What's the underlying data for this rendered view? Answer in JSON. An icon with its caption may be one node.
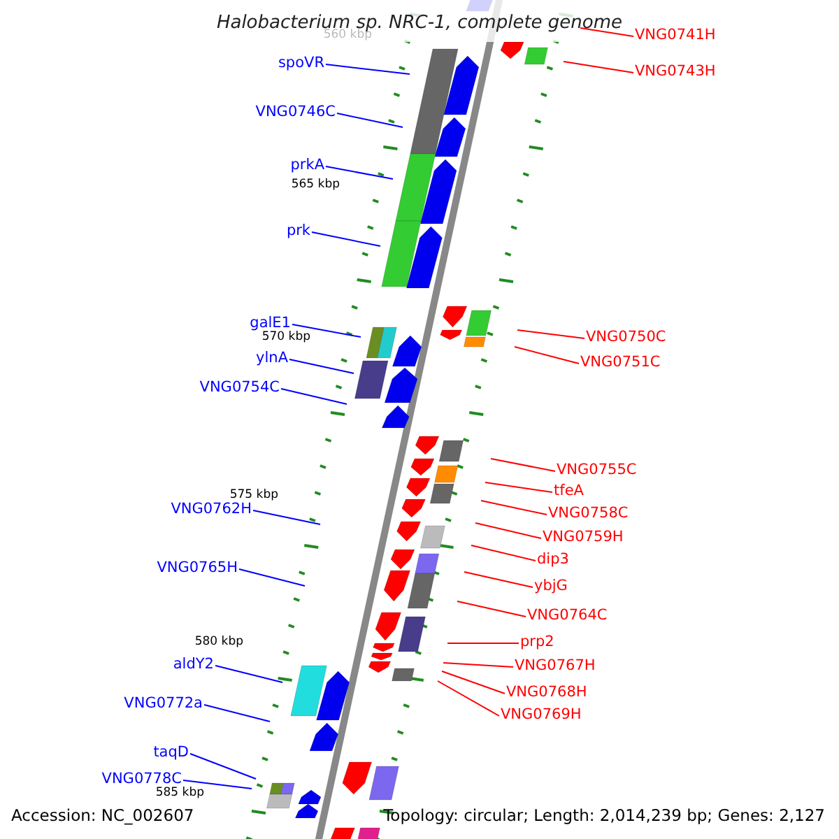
{
  "diagram": {
    "title": "Halobacterium sp. NRC-1, complete genome",
    "nodes": [
      {
        "text": [
          "VNG0741H"
        ]
      },
      {
        "text": [
          "spoVR"
        ]
      },
      {
        "text": [
          "VNG0743H"
        ]
      },
      {
        "text": [
          "VNG0746C"
        ]
      },
      {
        "text": [
          "prkA"
        ]
      },
      {
        "text": [
          "prk"
        ]
      },
      {
        "text": [
          "galE1"
        ]
      },
      {
        "text": [
          "VNG0750C"
        ]
      },
      {
        "text": [
          "ylnA"
        ]
      },
      {
        "text": [
          "VNG0751C"
        ]
      },
      {
        "text": [
          "VNG0754C"
        ]
      },
      {
        "text": [
          "VNG0755C"
        ]
      },
      {
        "text": [
          "tfeA"
        ]
      },
      {
        "text": [
          "VNG0762H"
        ]
      },
      {
        "text": [
          "VNG0758C"
        ]
      },
      {
        "text": [
          "VNG0759H"
        ]
      },
      {
        "text": [
          "dip3"
        ]
      },
      {
        "text": [
          "VNG0765H"
        ]
      },
      {
        "text": [
          "ybjG"
        ]
      },
      {
        "text": [
          "VNG0764C"
        ]
      },
      {
        "text": [
          "prp2"
        ]
      },
      {
        "text": [
          "aldY2"
        ]
      },
      {
        "text": [
          "VNG0767H"
        ]
      },
      {
        "text": [
          "VNG0768H"
        ]
      },
      {
        "text": [
          "VNG0772a"
        ]
      },
      {
        "text": [
          "VNG0769H"
        ]
      },
      {
        "text": [
          "taqD"
        ]
      },
      {
        "text": [
          "VNG0778C"
        ]
      }
    ],
    "edges": [
      {
        "from": 0,
        "to": null,
        "arrow": "none"
      },
      {
        "from": 1,
        "to": null,
        "arrow": "none",
        "color": "#0000ff"
      },
      {
        "from": 2,
        "to": null,
        "arrow": "none"
      },
      {
        "from": 3,
        "to": null,
        "arrow": "none",
        "color": "#0000ff"
      },
      {
        "from": 4,
        "to": null,
        "arrow": "none",
        "color": "#0000ff"
      },
      {
        "from": 5,
        "to": null,
        "arrow": "none",
        "color": "#0000ff"
      },
      {
        "from": 6,
        "to": null,
        "arrow": "none",
        "color": "#0000ff"
      },
      {
        "from": 7,
        "to": null,
        "arrow": "none"
      },
      {
        "from": 8,
        "to": null,
        "arrow": "none",
        "color": "#0000ff"
      },
      {
        "from": 9,
        "to": null,
        "arrow": "none"
      },
      {
        "from": 10,
        "to": null,
        "arrow": "none",
        "color": "#0000ff"
      },
      {
        "from": 11,
        "to": null,
        "arrow": "none"
      },
      {
        "from": 12,
        "to": null,
        "arrow": "none"
      },
      {
        "from": 13,
        "to": null,
        "arrow": "none",
        "color": "#0000ff"
      },
      {
        "from": 14,
        "to": null,
        "arrow": "none"
      },
      {
        "from": 15,
        "to": null,
        "arrow": "none"
      },
      {
        "from": 16,
        "to": null,
        "arrow": "none"
      },
      {
        "from": 17,
        "to": null,
        "arrow": "none",
        "color": "#0000ff"
      },
      {
        "from": 18,
        "to": null,
        "arrow": "none"
      },
      {
        "from": 19,
        "to": null,
        "arrow": "none"
      },
      {
        "from": 20,
        "to": null,
        "arrow": "none"
      },
      {
        "from": 21,
        "to": null,
        "arrow": "none",
        "color": "#0000ff"
      },
      {
        "from": 22,
        "to": null,
        "arrow": "none"
      },
      {
        "from": 23,
        "to": null,
        "arrow": "none"
      },
      {
        "from": 24,
        "to": null,
        "arrow": "none",
        "color": "#0000ff"
      },
      {
        "from": 25,
        "to": null,
        "arrow": "none"
      },
      {
        "from": 26,
        "to": null,
        "arrow": "none",
        "color": "#0000ff"
      },
      {
        "from": 27,
        "to": null,
        "arrow": "none",
        "color": "#0000ff"
      }
    ],
    "labels": [
      "560 kbp",
      "565 kbp",
      "570 kbp",
      "575 kbp",
      "580 kbp",
      "585 kbp",
      "Accession: NC_002607",
      "Topology: circular; Length: 2,014,239 bp; Genes: 2,127"
    ]
  }
}
